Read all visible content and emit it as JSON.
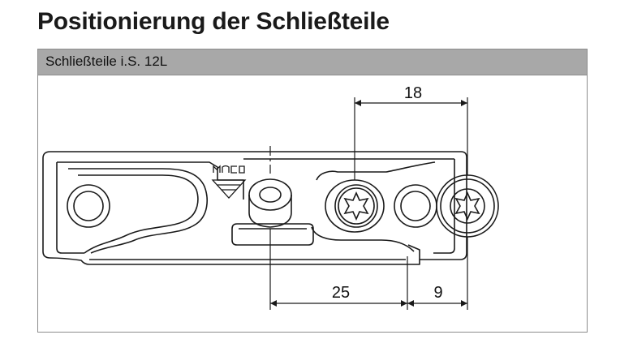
{
  "page": {
    "title": "Positionierung der Schließteile"
  },
  "panel": {
    "header_label": "Schließteile i.S. 12L"
  },
  "drawing": {
    "dimensions": {
      "top": "18",
      "bottom_left": "25",
      "bottom_right": "9"
    },
    "logo_icon": "maco-logo-icon",
    "colors": {
      "line": "#1a1a1a",
      "header_bg": "#a8a8a8",
      "border": "#8c8c8c"
    }
  }
}
